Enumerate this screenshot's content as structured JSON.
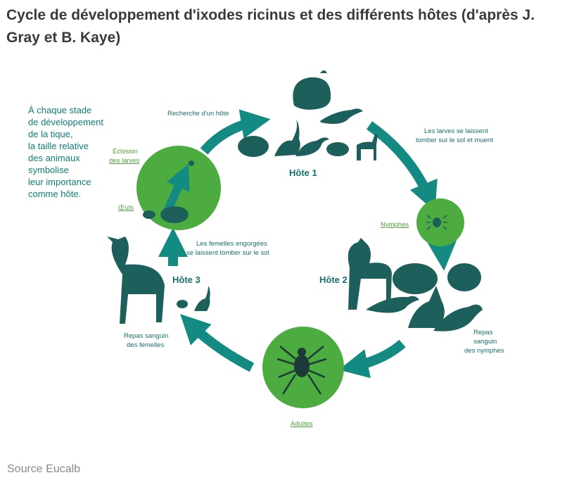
{
  "title": "Cycle de développement d'ixodes ricinus et des différents hôtes (d'après J. Gray et B. Kaye)",
  "source": "Source Eucalb",
  "diagram": {
    "intro_lines": [
      "À chaque stade",
      "de développement",
      "de la tique,",
      "la taille relative",
      "des animaux",
      "symbolise",
      "leur importance",
      "comme hôte."
    ],
    "stages": {
      "eclosion_line1": "Éclosion",
      "eclosion_line2": "des larves",
      "oeufs": "Œufs",
      "nymphes": "Nymphes",
      "adultes": "Adultes"
    },
    "annotations": {
      "recherche": "Recherche d'un hôte",
      "larves_line1": "Les larves se laissent",
      "larves_line2": "tomber sur le sol et muent",
      "femelles_line1": "Les femelles engorgées",
      "femelles_line2": "se laissent tomber sur le sol",
      "repas_femelles_line1": "Repas sanguin",
      "repas_femelles_line2": "des femelles",
      "repas_nymphes_line1": "Repas",
      "repas_nymphes_line2": "sanguin",
      "repas_nymphes_line3": "des nymphes"
    },
    "hosts": {
      "host1": "Hôte 1",
      "host2": "Hôte 2",
      "host3": "Hôte 3"
    },
    "colors": {
      "stage_circle": "#4cac3f",
      "arrow": "#138a82",
      "text_teal": "#14706a",
      "stage_label": "#4aa336",
      "animals": "#1d5f5a"
    }
  }
}
